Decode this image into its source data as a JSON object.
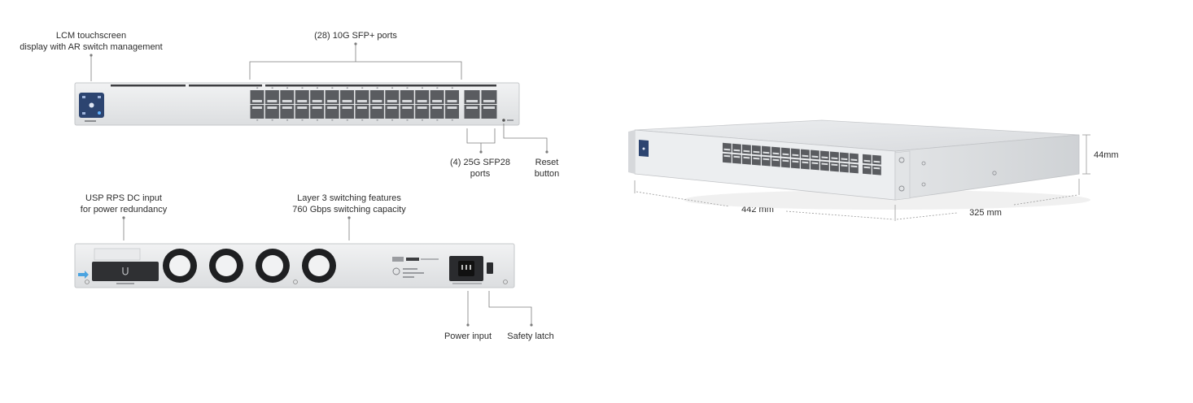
{
  "front_callouts": {
    "lcm": {
      "line1": "LCM touchscreen",
      "line2": "display with AR switch management"
    },
    "sfp_plus": "(28) 10G SFP+ ports",
    "sfp28": {
      "line1": "(4) 25G SFP28",
      "line2": "ports"
    },
    "reset": {
      "line1": "Reset",
      "line2": "button"
    }
  },
  "rear_callouts": {
    "rps": {
      "line1": "USP RPS DC input",
      "line2": "for power redundancy"
    },
    "layer3": {
      "line1": "Layer 3 switching features",
      "line2": "760 Gbps switching capacity"
    },
    "power": "Power input",
    "latch": "Safety latch"
  },
  "dimensions": {
    "width": "442 mm",
    "depth": "325 mm",
    "height": "44mm"
  },
  "port_counts": {
    "sfp_plus": 28,
    "sfp28": 4
  },
  "colors": {
    "chassis": "#e6e7e9",
    "chassis_edge": "#c9cbce",
    "port": "#5a5c60",
    "lcm": "#2f4a78",
    "callout_line": "#7a7a7a"
  }
}
